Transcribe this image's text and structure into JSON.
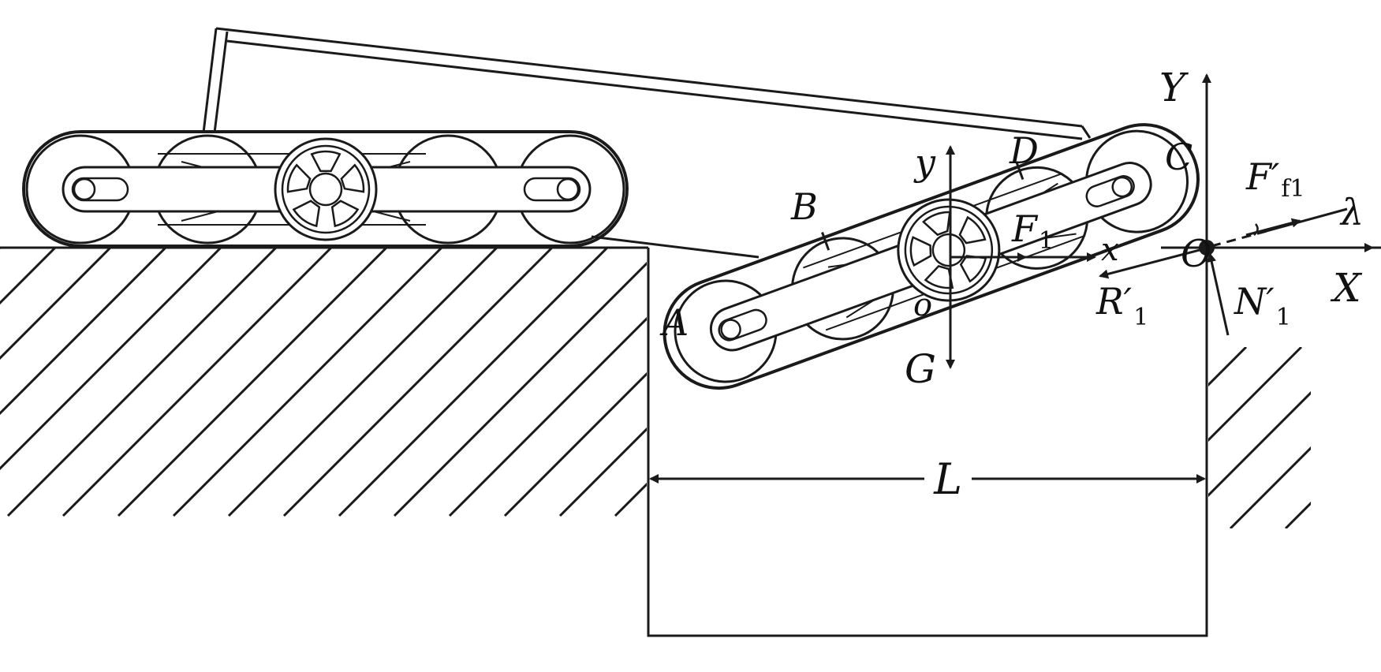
{
  "diagram": {
    "colors": {
      "ink": "#1a1a1a",
      "background": "#ffffff"
    },
    "labels": {
      "A": "A",
      "B": "B",
      "C": "C",
      "D": "D",
      "o": "o",
      "O": "O",
      "x": "x",
      "y": "y",
      "X": "X",
      "Y": "Y",
      "G": "G",
      "L": "L",
      "lambda": "λ",
      "F1_main": "F",
      "F1_sub": "1",
      "Ff1_main": "F′",
      "Ff1_sub": "f1",
      "R1_main": "R′",
      "R1_sub": "1",
      "N1_main": "N′",
      "N1_sub": "1"
    }
  }
}
